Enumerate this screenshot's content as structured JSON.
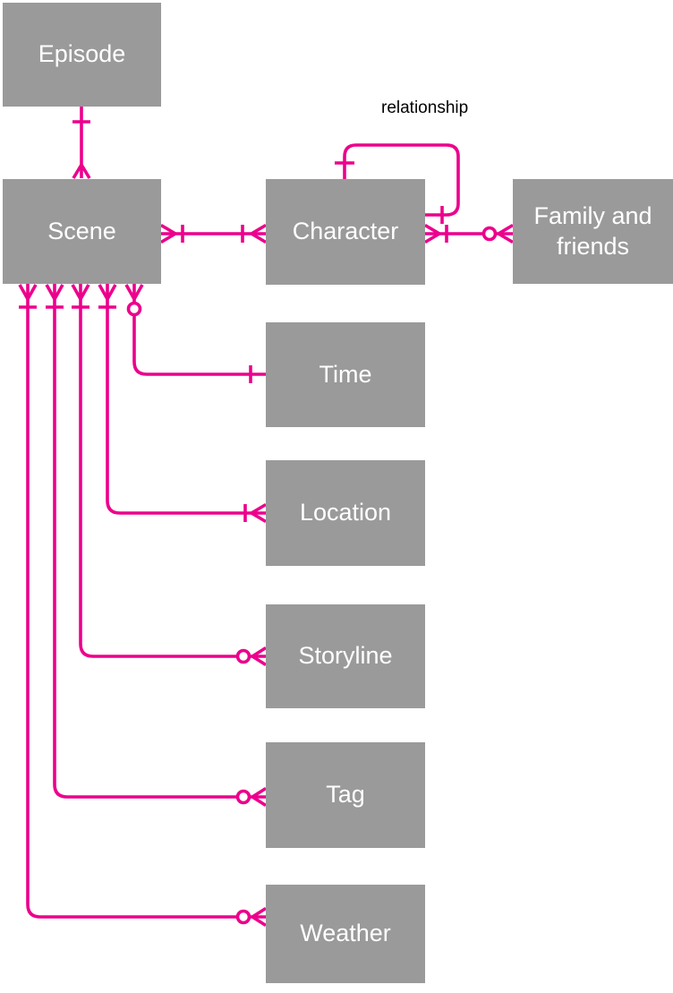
{
  "diagram": {
    "type": "entity-relationship",
    "notation": "crows-foot",
    "background": "#ffffff",
    "colors": {
      "entity_fill": "#9a9a9a",
      "entity_text": "#ffffff",
      "connector": "#ec008c",
      "annotation_text": "#000000"
    },
    "annotation": "relationship",
    "entities": [
      {
        "label": "Episode"
      },
      {
        "label": "Scene"
      },
      {
        "label": "Character"
      },
      {
        "label": "Family and friends"
      },
      {
        "label": "Time"
      },
      {
        "label": "Location"
      },
      {
        "label": "Storyline"
      },
      {
        "label": "Tag"
      },
      {
        "label": "Weather"
      }
    ],
    "relationships": [
      {
        "from": "Episode",
        "to": "Scene",
        "from_cardinality": "one",
        "to_cardinality": "many"
      },
      {
        "from": "Scene",
        "to": "Character",
        "from_cardinality": "one or many",
        "to_cardinality": "one or many"
      },
      {
        "from": "Character",
        "to": "Family and friends",
        "from_cardinality": "one or many",
        "to_cardinality": "zero or many"
      },
      {
        "from": "Character",
        "to": "Character",
        "label": "relationship",
        "from_cardinality": "one",
        "to_cardinality": "one"
      },
      {
        "from": "Scene",
        "to": "Time",
        "from_cardinality": "zero or many",
        "to_cardinality": "one"
      },
      {
        "from": "Scene",
        "to": "Location",
        "from_cardinality": "one or many",
        "to_cardinality": "one or many"
      },
      {
        "from": "Scene",
        "to": "Storyline",
        "from_cardinality": "one or many",
        "to_cardinality": "zero or many"
      },
      {
        "from": "Scene",
        "to": "Tag",
        "from_cardinality": "one or many",
        "to_cardinality": "zero or many"
      },
      {
        "from": "Scene",
        "to": "Weather",
        "from_cardinality": "one or many",
        "to_cardinality": "zero or many"
      }
    ]
  }
}
